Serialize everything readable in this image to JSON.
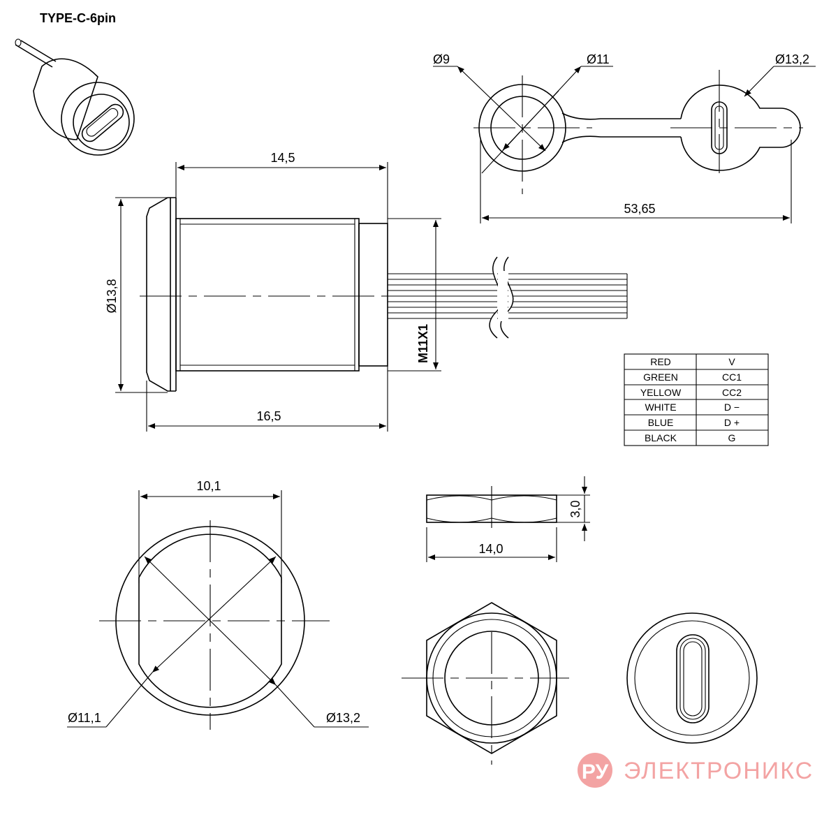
{
  "title": "TYPE-C-6pin",
  "dimensions": {
    "side_length": "14,5",
    "side_total_length": "16,5",
    "side_diameter": "Ø13,8",
    "thread": "M11X1",
    "cap_inner_diameter": "Ø9",
    "cap_outer_diameter": "Ø11",
    "cap_tab_diameter": "Ø13,2",
    "cap_length": "53,65",
    "front_flat_width": "10,1",
    "front_inner_diameter": "Ø11,1",
    "front_outer_diameter": "Ø13,2",
    "nut_thickness": "3,0",
    "nut_width": "14,0"
  },
  "wire_table": {
    "rows": [
      {
        "color": "RED",
        "signal": "V"
      },
      {
        "color": "GREEN",
        "signal": "CC1"
      },
      {
        "color": "YELLOW",
        "signal": "CC2"
      },
      {
        "color": "WHITE",
        "signal": "D −"
      },
      {
        "color": "BLUE",
        "signal": "D +"
      },
      {
        "color": "BLACK",
        "signal": "G"
      }
    ]
  },
  "watermark": {
    "badge": "РУ",
    "text": "ЭЛЕКТРОНИКС",
    "color": "#f3a3a3"
  }
}
